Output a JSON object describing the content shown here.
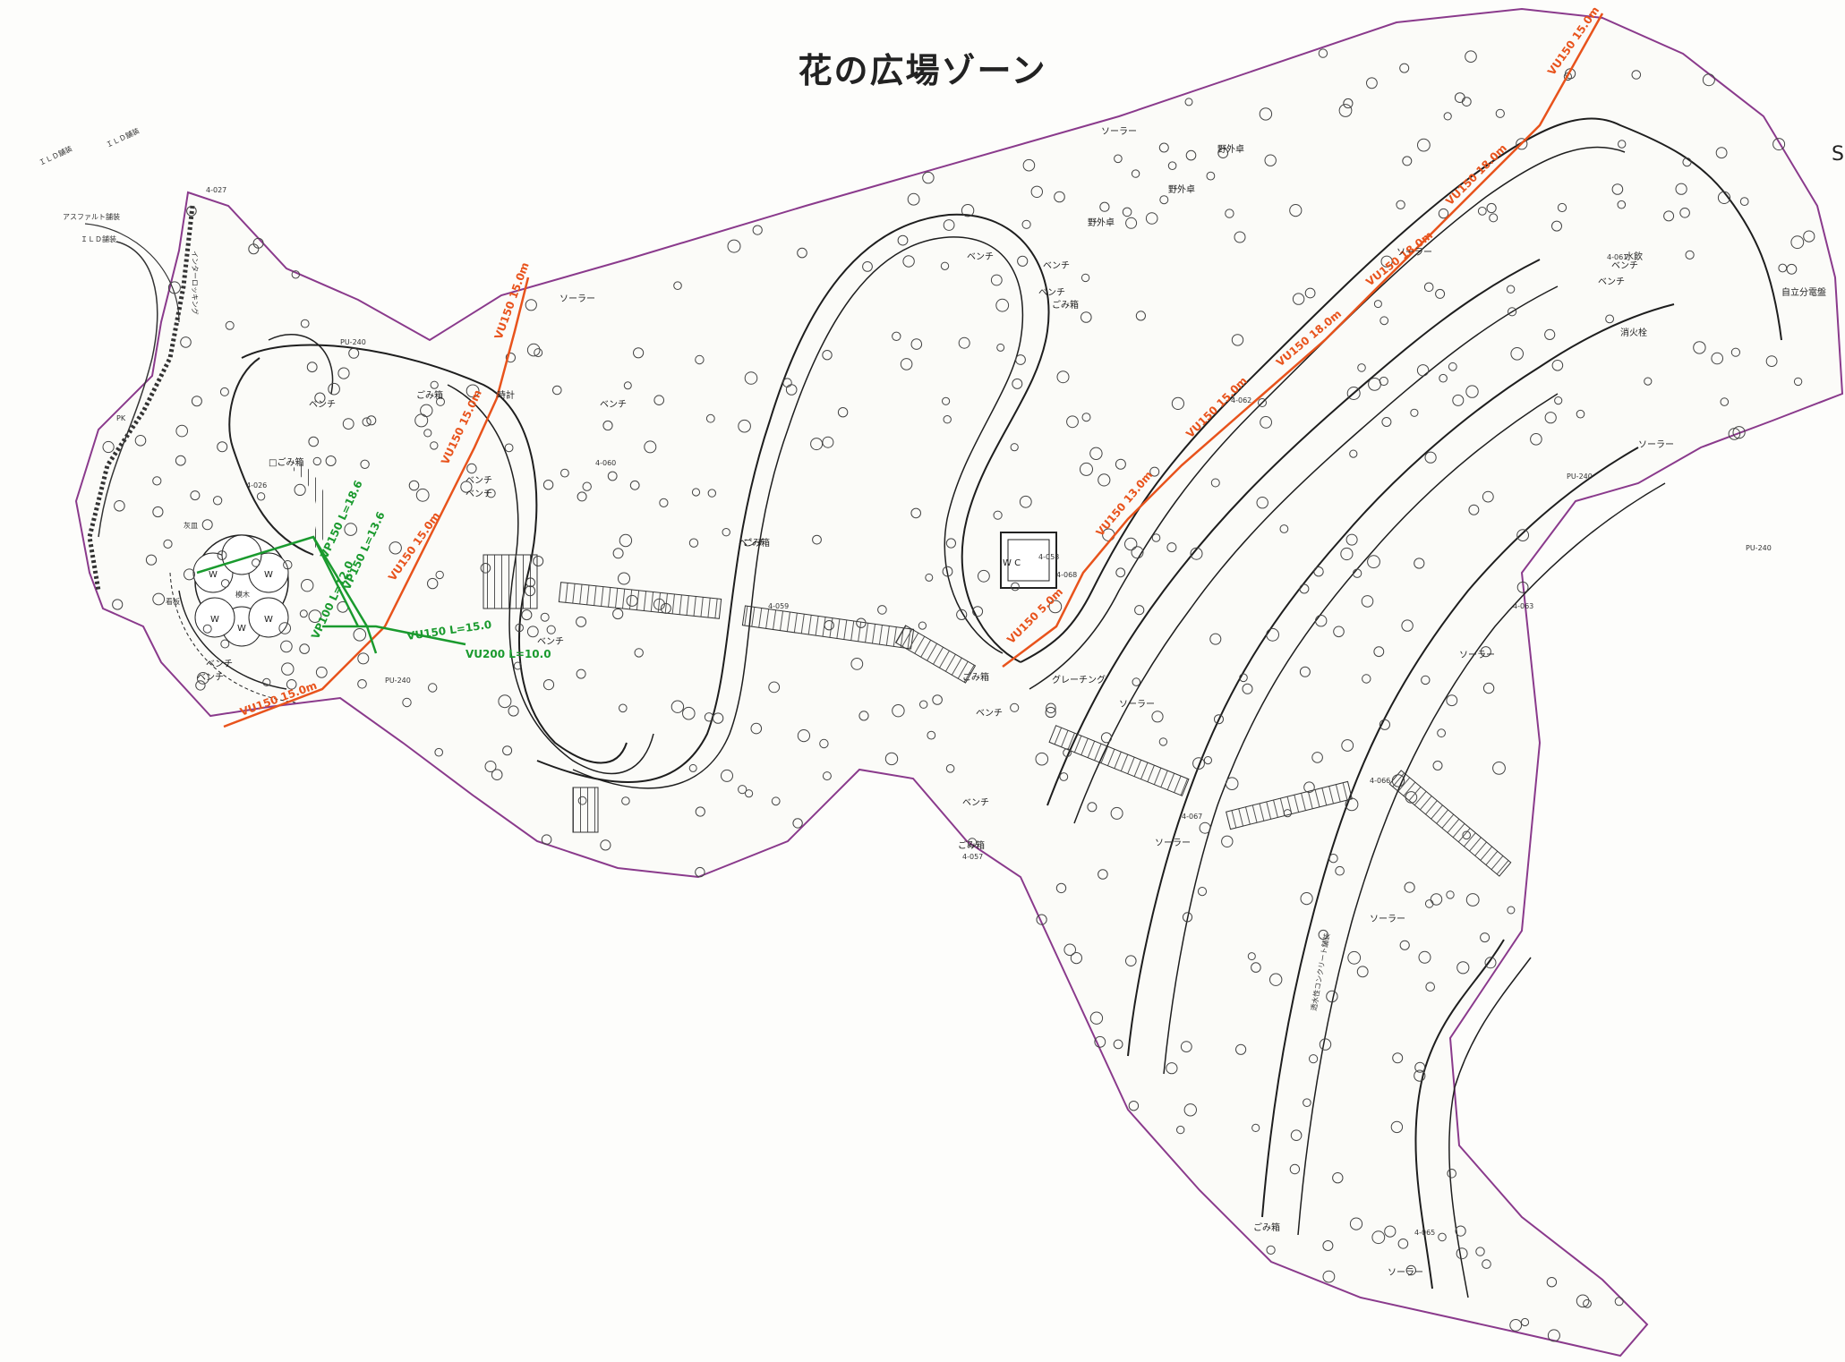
{
  "title": "花の広場ゾーン",
  "edge_glyph": "S",
  "colors": {
    "boundary": "#8a3a8c",
    "pipe_orange": "#e8531c",
    "pipe_green": "#1a9a2e",
    "path_line": "#1e1e1e",
    "tree_symbol": "#444444",
    "paving": "#555555"
  },
  "pipes_orange": [
    {
      "label": "VU150",
      "length": "15.0m"
    },
    {
      "label": "VU150",
      "length": "15.0m"
    },
    {
      "label": "VU150",
      "length": "15.0m"
    },
    {
      "label": "VU150",
      "length": "15.0m"
    },
    {
      "label": "VU150",
      "length": "5.0m"
    },
    {
      "label": "VU150",
      "length": "13.0m"
    },
    {
      "label": "VU150",
      "length": "15.0m"
    },
    {
      "label": "VU150",
      "length": "18.0m"
    },
    {
      "label": "VU150",
      "length": "18.0m"
    },
    {
      "label": "VU150",
      "length": "18.0m"
    },
    {
      "label": "VU150",
      "length": "15.0m"
    }
  ],
  "pipes_green": [
    {
      "label": "VP150",
      "length": "L=18.6"
    },
    {
      "label": "VP100",
      "length": "L=12.0"
    },
    {
      "label": "VU150",
      "length": "L=15.0"
    },
    {
      "label": "VU200",
      "length": "L=10.0"
    },
    {
      "label": "VP150",
      "length": "L=13.6"
    }
  ],
  "labels": {
    "bench": "ベンチ",
    "trash": "ごみ箱",
    "trash2": "□ごみ箱",
    "ashtray": "灰皿",
    "solar": "ソーラー",
    "wc": "W C",
    "signboard": "看板",
    "picnic_table": "野外卓",
    "water_fountain": "水飲",
    "grating": "グレーチング",
    "clock": "時計",
    "meter": "自立分電盤",
    "hydrant": "消火栓",
    "asphalt": "アスファルト舗装",
    "ild1": "ＩＬＤ舗装",
    "ild2": "ＩＬＤ舗装",
    "ild3": "ＩＬＤ舗装",
    "interlocking": "インターロッキング",
    "pu240": "PU-240",
    "wooden": "模木",
    "w": "W",
    "pk": "PK",
    "concrete": "透水性コンクリート舗装"
  },
  "markers": [
    "4-026",
    "4-027",
    "4-057",
    "4-058",
    "4-059",
    "4-060",
    "4-061",
    "4-062",
    "4-063",
    "4-065",
    "4-066",
    "4-067",
    "4-068"
  ]
}
